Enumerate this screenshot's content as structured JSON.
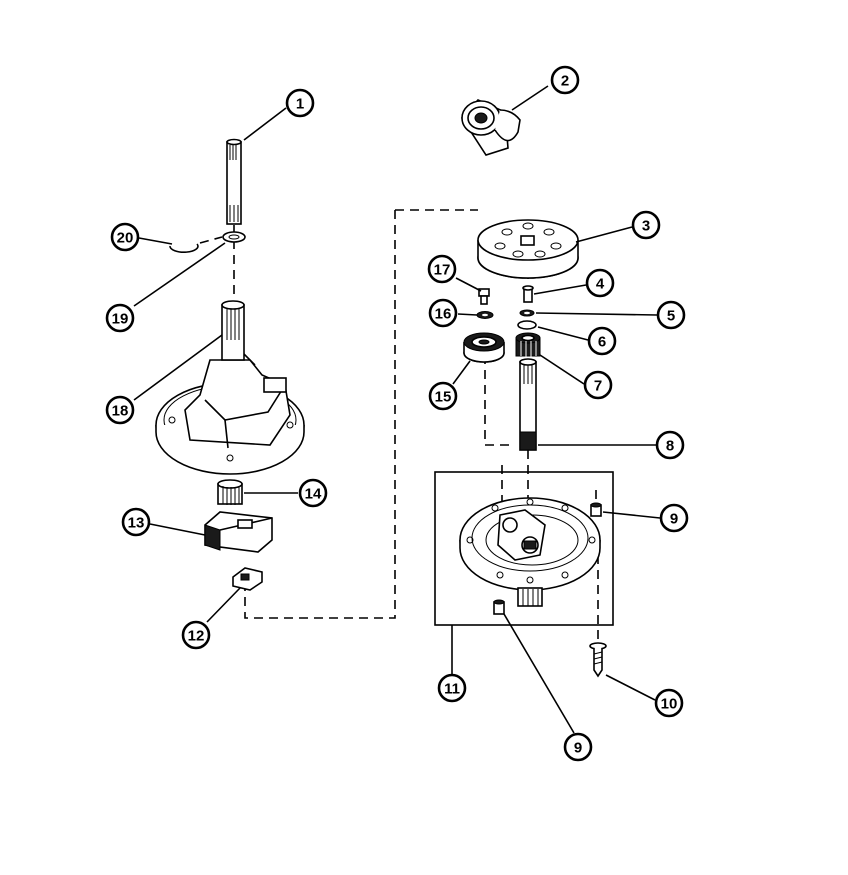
{
  "callouts": [
    {
      "id": "c1",
      "label": "1"
    },
    {
      "id": "c2",
      "label": "2"
    },
    {
      "id": "c3",
      "label": "3"
    },
    {
      "id": "c4",
      "label": "4"
    },
    {
      "id": "c5",
      "label": "5"
    },
    {
      "id": "c6",
      "label": "6"
    },
    {
      "id": "c7",
      "label": "7"
    },
    {
      "id": "c8",
      "label": "8"
    },
    {
      "id": "c9a",
      "label": "9"
    },
    {
      "id": "c9b",
      "label": "9"
    },
    {
      "id": "c10",
      "label": "10"
    },
    {
      "id": "c11",
      "label": "11"
    },
    {
      "id": "c12",
      "label": "12"
    },
    {
      "id": "c13",
      "label": "13"
    },
    {
      "id": "c14",
      "label": "14"
    },
    {
      "id": "c15",
      "label": "15"
    },
    {
      "id": "c16",
      "label": "16"
    },
    {
      "id": "c17",
      "label": "17"
    },
    {
      "id": "c18",
      "label": "18"
    },
    {
      "id": "c19",
      "label": "19"
    },
    {
      "id": "c20",
      "label": "20"
    }
  ]
}
